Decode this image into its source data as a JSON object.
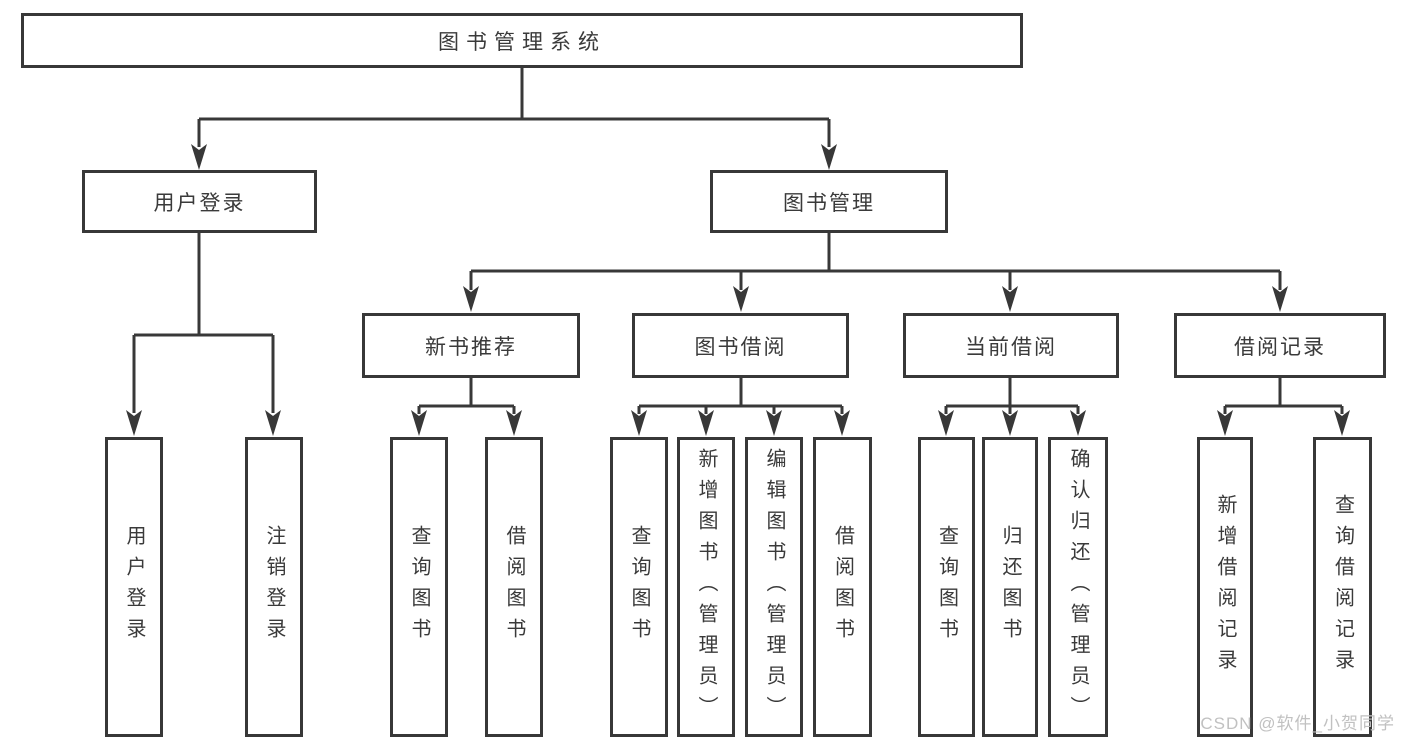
{
  "diagram": {
    "type": "hierarchy-tree",
    "root": {
      "label": "图书管理系统",
      "children": [
        {
          "label": "用户登录",
          "children": [
            {
              "label": "用户登录"
            },
            {
              "label": "注销登录"
            }
          ]
        },
        {
          "label": "图书管理",
          "children": [
            {
              "label": "新书推荐",
              "children": [
                {
                  "label": "查询图书"
                },
                {
                  "label": "借阅图书"
                }
              ]
            },
            {
              "label": "图书借阅",
              "children": [
                {
                  "label": "查询图书"
                },
                {
                  "label": "新增图书（管理员）"
                },
                {
                  "label": "编辑图书（管理员）"
                },
                {
                  "label": "借阅图书"
                }
              ]
            },
            {
              "label": "当前借阅",
              "children": [
                {
                  "label": "查询图书"
                },
                {
                  "label": "归还图书"
                },
                {
                  "label": "确认归还（管理员）"
                }
              ]
            },
            {
              "label": "借阅记录",
              "children": [
                {
                  "label": "新增借阅记录"
                },
                {
                  "label": "查询借阅记录"
                }
              ]
            }
          ]
        }
      ]
    }
  },
  "watermark": {
    "text": "CSDN @软件_小贺同学"
  },
  "colors": {
    "line": "#383838",
    "text": "#3a3a3a",
    "background": "#ffffff",
    "watermark": "#c1c1c1"
  }
}
